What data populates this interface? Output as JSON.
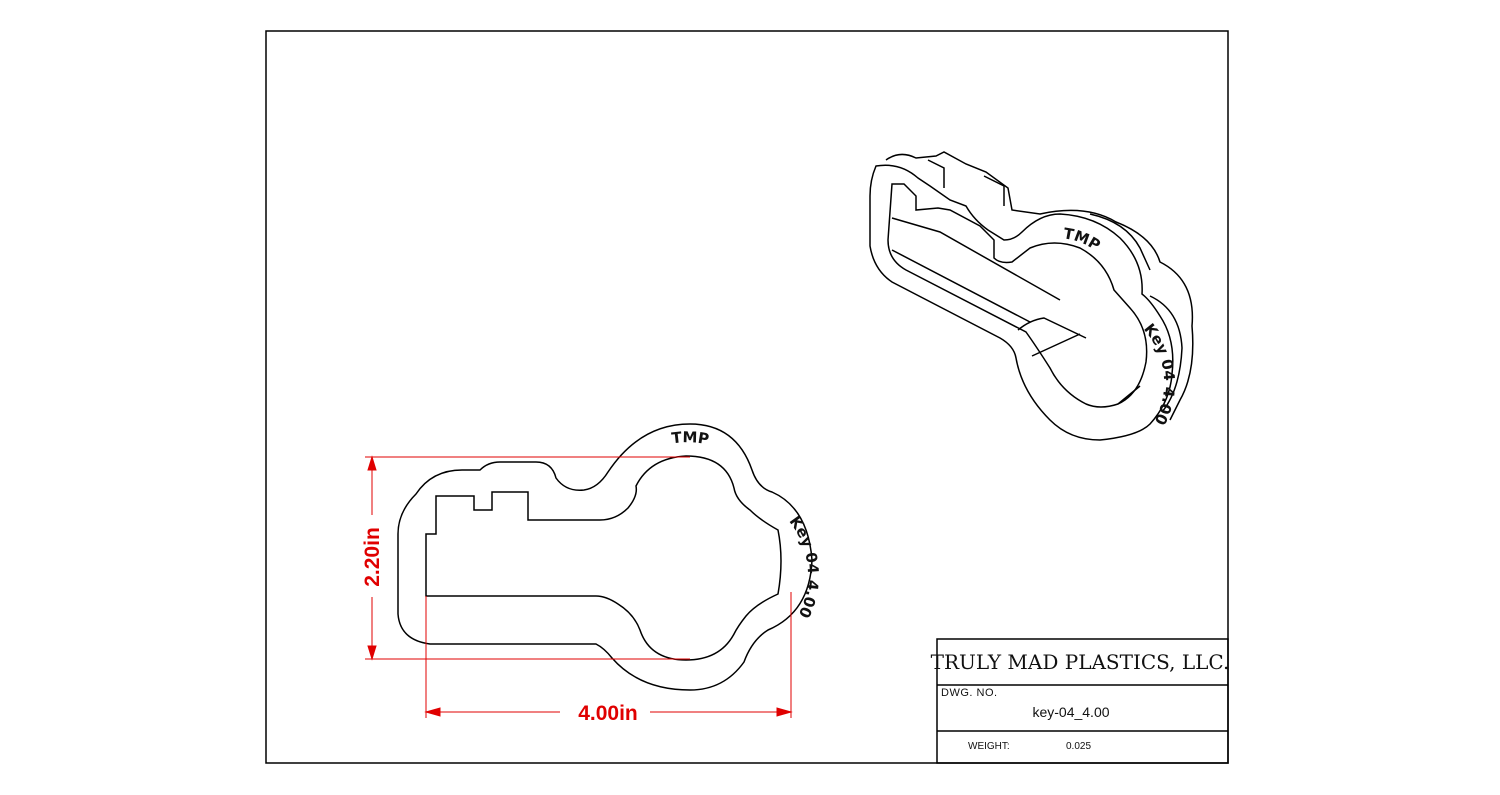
{
  "title_block": {
    "company": "TRULY MAD PLASTICS, LLC.",
    "dwg_label": "DWG. NO.",
    "dwg_value": "key-04_4.00",
    "weight_label": "WEIGHT:",
    "weight_value": "0.025"
  },
  "engraving": {
    "brand": "TMP",
    "part": "Key 04 4.00"
  },
  "dimensions": {
    "height_label": "2.20in",
    "width_label": "4.00in"
  },
  "colors": {
    "line": "#000000",
    "dimension": "#e00000"
  }
}
